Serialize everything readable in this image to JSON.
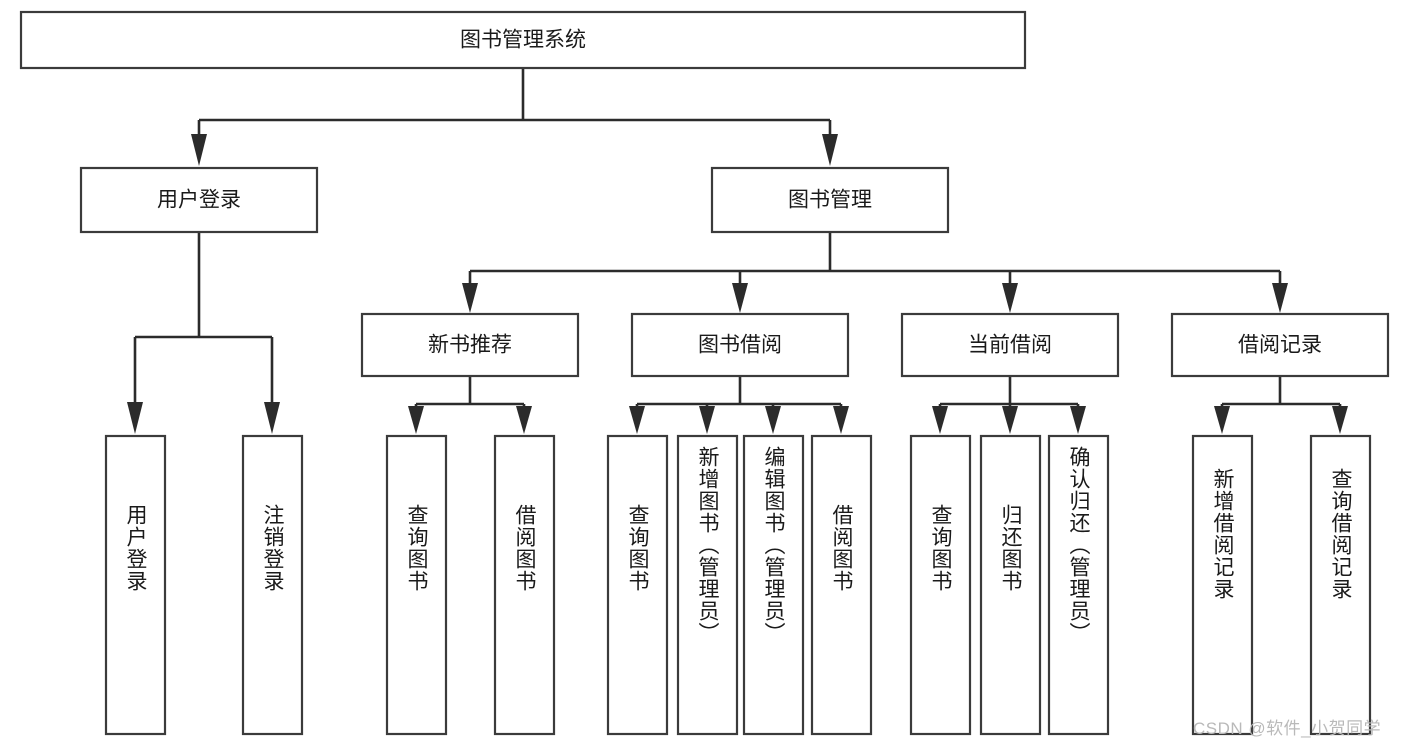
{
  "diagram": {
    "type": "tree",
    "title_node": {
      "id": "root",
      "label": "图书管理系统"
    },
    "level2": [
      {
        "id": "user-login",
        "label": "用户登录"
      },
      {
        "id": "book-management",
        "label": "图书管理"
      }
    ],
    "level3": [
      {
        "id": "new-book-recommend",
        "label": "新书推荐",
        "parent": "book-management"
      },
      {
        "id": "book-borrow",
        "label": "图书借阅",
        "parent": "book-management"
      },
      {
        "id": "current-borrow",
        "label": "当前借阅",
        "parent": "book-management"
      },
      {
        "id": "borrow-record",
        "label": "借阅记录",
        "parent": "book-management"
      }
    ],
    "leaves": {
      "user-login": [
        {
          "id": "leaf-user-login",
          "label": "用户登录"
        },
        {
          "id": "leaf-user-logout",
          "label": "注销登录"
        }
      ],
      "new-book-recommend": [
        {
          "id": "leaf-query-book-1",
          "label": "查询图书"
        },
        {
          "id": "leaf-borrow-book-1",
          "label": "借阅图书"
        }
      ],
      "book-borrow": [
        {
          "id": "leaf-query-book-2",
          "label": "查询图书"
        },
        {
          "id": "leaf-add-book",
          "label": "新增图书（管理员）"
        },
        {
          "id": "leaf-edit-book",
          "label": "编辑图书（管理员）"
        },
        {
          "id": "leaf-borrow-book-2",
          "label": "借阅图书"
        }
      ],
      "current-borrow": [
        {
          "id": "leaf-query-book-3",
          "label": "查询图书"
        },
        {
          "id": "leaf-return-book",
          "label": "归还图书"
        },
        {
          "id": "leaf-confirm-return",
          "label": "确认归还（管理员）"
        }
      ],
      "borrow-record": [
        {
          "id": "leaf-add-record",
          "label": "新增借阅记录"
        },
        {
          "id": "leaf-query-record",
          "label": "查询借阅记录"
        }
      ]
    }
  },
  "watermark": {
    "text": "CSDN @软件_小贺同学"
  },
  "colors": {
    "box_stroke": "#3b3b3b",
    "connector": "#2b2b2b",
    "text": "#1a1a1a",
    "background": "#ffffff",
    "watermark": "#b9b9b9"
  }
}
